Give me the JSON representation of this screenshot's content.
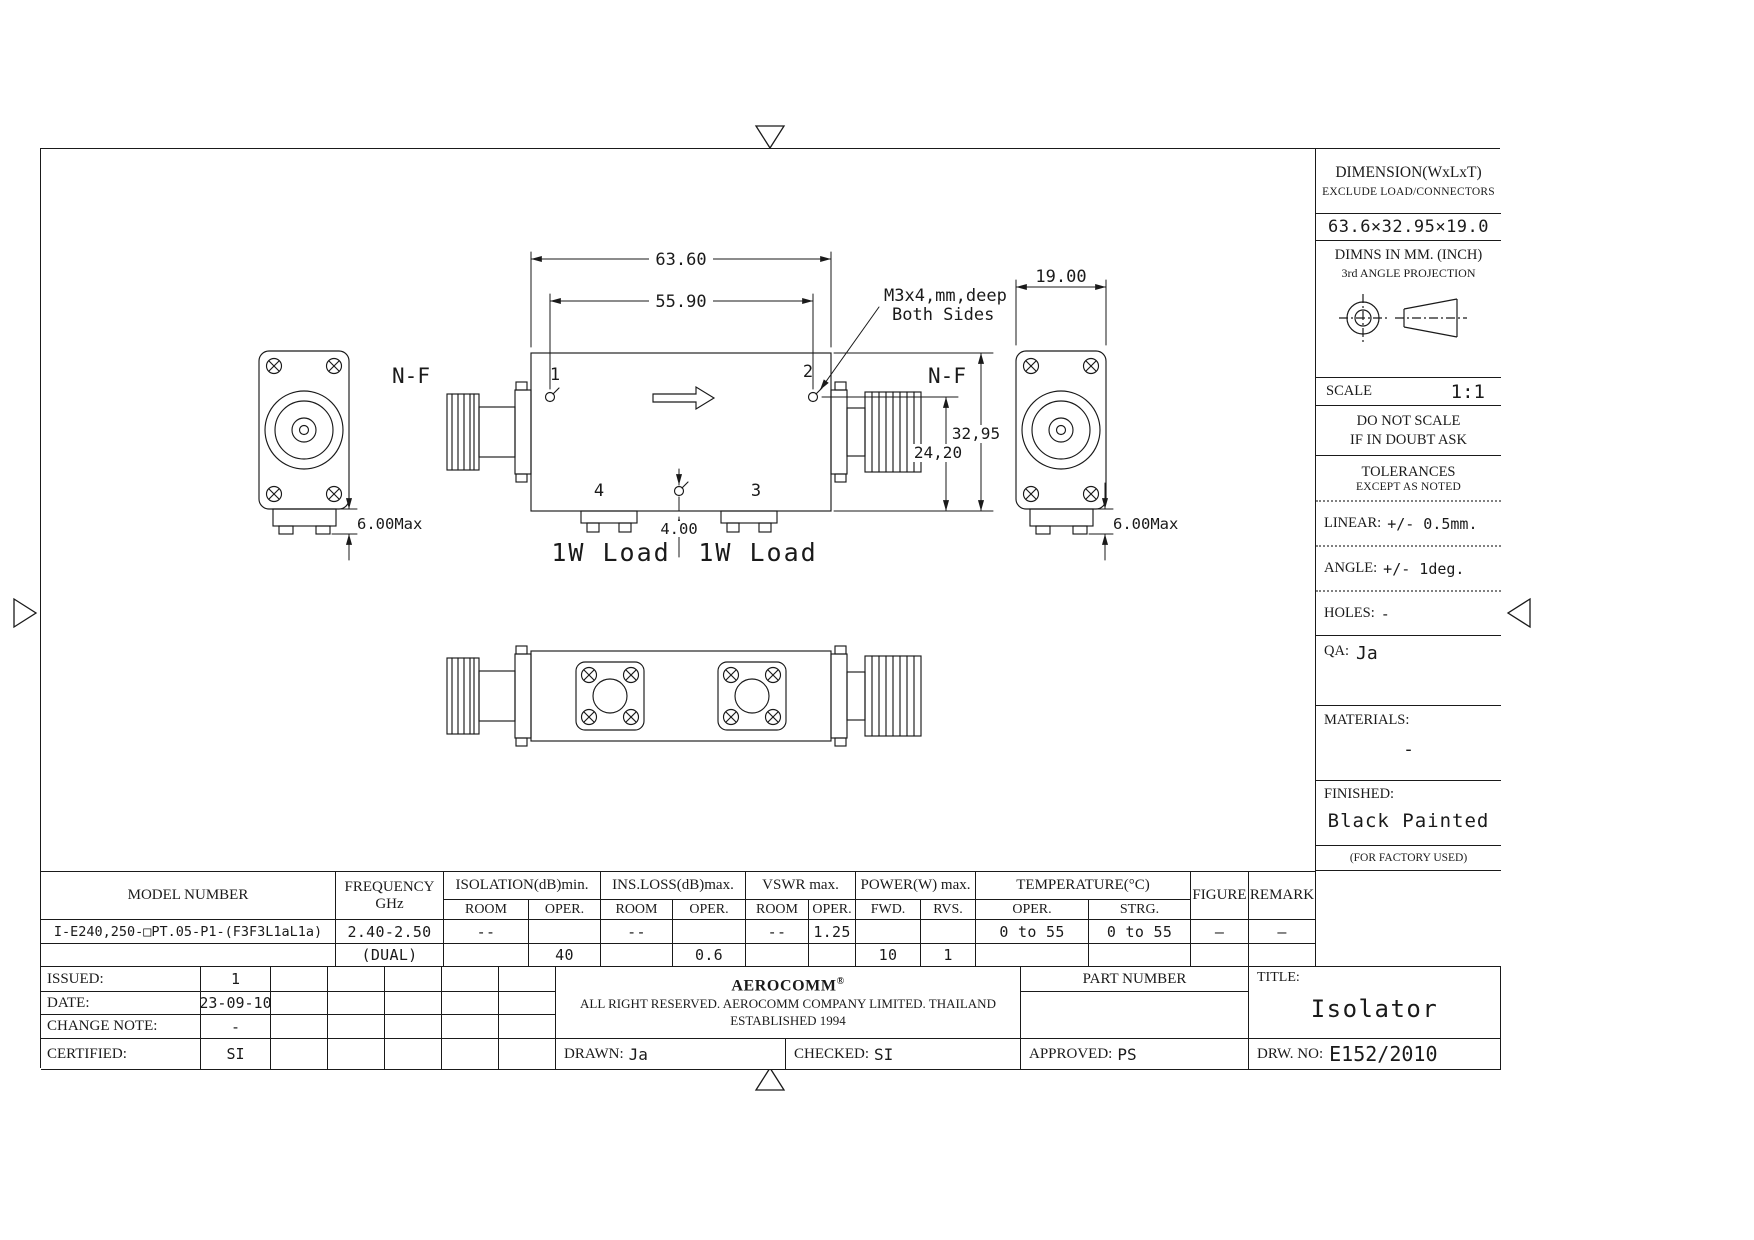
{
  "drawing": {
    "dim_63_60": "63.60",
    "dim_55_90": "55.90",
    "dim_19_00": "19.00",
    "dim_32_95": "32,95",
    "dim_24_20": "24,20",
    "dim_4_00": "4.00",
    "dim_6_00_max_left": "6.00Max",
    "dim_6_00_max_right": "6.00Max",
    "nf_left": "N-F",
    "nf_right": "N-F",
    "port_1": "1",
    "port_2": "2",
    "port_3": "3",
    "port_4": "4",
    "note_line1": "M3x4,mm,deep",
    "note_line2": "Both Sides",
    "load_left": "1W Load",
    "load_right": "1W Load"
  },
  "panel": {
    "dimension_title": "DIMENSION(WxLxT)",
    "dimension_note": "EXCLUDE LOAD/CONNECTORS",
    "dimension_value": "63.6×32.95×19.0",
    "units_line1": "DIMNS IN MM. (INCH)",
    "units_line2": "3rd ANGLE PROJECTION",
    "scale_label": "SCALE",
    "scale_value": "1:1",
    "do_not_scale_line1": "DO NOT SCALE",
    "do_not_scale_line2": "IF IN DOUBT ASK",
    "tolerances_title": "TOLERANCES",
    "tolerances_note": "EXCEPT AS NOTED",
    "linear_label": "LINEAR:",
    "linear_value": "+/- 0.5mm.",
    "angle_label": "ANGLE:",
    "angle_value": "+/- 1deg.",
    "holes_label": "HOLES:",
    "holes_value": "-",
    "qa_label": "QA:",
    "qa_value": "Ja",
    "materials_label": "MATERIALS:",
    "materials_value": "-",
    "finished_label": "FINISHED:",
    "finished_value": "Black Painted",
    "factory_note": "(FOR FACTORY USED)"
  },
  "spec_table": {
    "col_model": "MODEL NUMBER",
    "col_freq_line1": "FREQUENCY",
    "col_freq_line2": "GHz",
    "col_isolation": "ISOLATION(dB)min.",
    "col_insloss": "INS.LOSS(dB)max.",
    "col_vswr": "VSWR max.",
    "col_power": "POWER(W) max.",
    "col_temp": "TEMPERATURE(°C)",
    "col_figure": "FIGURE",
    "col_remark": "REMARK",
    "sub_room": "ROOM",
    "sub_oper": "OPER.",
    "sub_fwd": "FWD.",
    "sub_rvs": "RVS.",
    "sub_strg": "STRG.",
    "row1": {
      "model": "I-E240,250-□PT.05-P1-(F3F3L1aL1a)",
      "frequency": "2.40-2.50",
      "isolation_room": "--",
      "insloss_room": "--",
      "vswr_room": "--",
      "vswr_oper": "1.25",
      "temp_oper": "0 to 55",
      "temp_strg": "0 to 55",
      "figure": "—",
      "remark": "—"
    },
    "row2": {
      "frequency": "(DUAL)",
      "isolation_oper": "40",
      "insloss_oper": "0.6",
      "power_fwd": "10",
      "power_rvs": "1"
    }
  },
  "footer": {
    "issued_label": "ISSUED:",
    "issued_value": "1",
    "date_label": "DATE:",
    "date_value": "23-09-10",
    "change_label": "CHANGE NOTE:",
    "change_value": "-",
    "certified_label": "CERTIFIED:",
    "certified_value": "SI",
    "company": "AEROCOMM",
    "company_reg": "®",
    "rights_line1": "ALL RIGHT RESERVED. AEROCOMM COMPANY LIMITED. THAILAND",
    "rights_line2": "ESTABLISHED 1994",
    "drawn_label": "DRAWN:",
    "drawn_value": "Ja",
    "checked_label": "CHECKED:",
    "checked_value": "SI",
    "approved_label": "APPROVED:",
    "approved_value": "PS",
    "part_number_label": "PART NUMBER",
    "title_label": "TITLE:",
    "title_value": "Isolator",
    "drw_label": "DRW. NO:",
    "drw_value": "E152/2010"
  }
}
